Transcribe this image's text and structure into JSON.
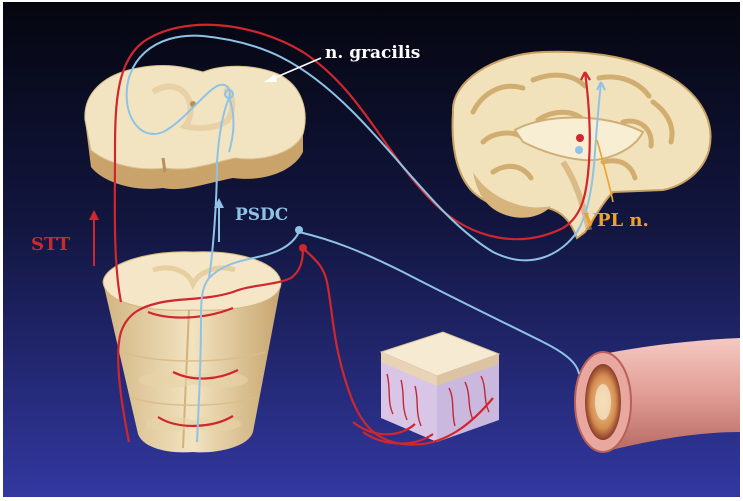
{
  "labels": {
    "gracilis": "n. gracilis",
    "vpl": "VPL n.",
    "stt": "STT",
    "psdc": "PSDC"
  },
  "colors": {
    "background_top": "#05060f",
    "background_bottom": "#2f3595",
    "pathway_red": "#d0262e",
    "pathway_blue": "#8fc3e6",
    "label_white": "#ffffff",
    "label_orange": "#f0a12a",
    "label_red": "#d0262e",
    "label_blue": "#8fc3e6",
    "tissue_cream": "#f0dfb8",
    "tissue_tan": "#c9a36a",
    "vessel_pink": "#d98d86"
  },
  "icons": {
    "spinal_cord_section": "spinal-cord-cross-section",
    "spinal_cord_segment": "spinal-cord-segment",
    "brain": "brain-sagittal-section",
    "skin": "skin-tissue-block",
    "vessel": "blood-vessel-tube"
  }
}
